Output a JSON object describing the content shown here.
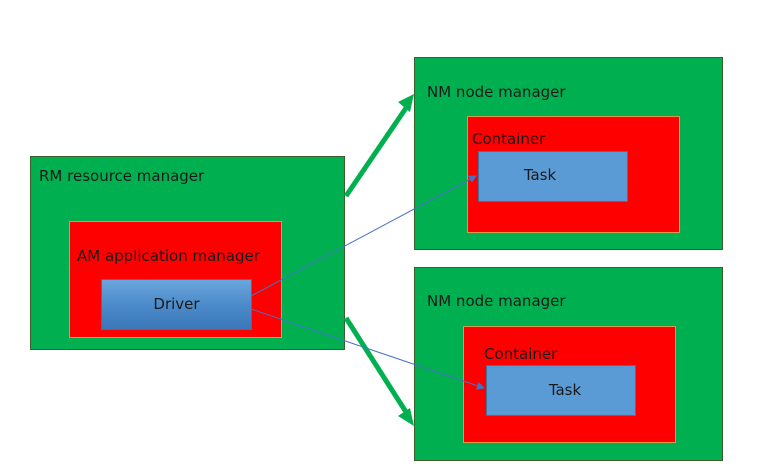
{
  "rm": {
    "label": "RM resource manager",
    "am": {
      "label": "AM application manager",
      "driver_label": "Driver"
    }
  },
  "nodes": [
    {
      "label": "NM node manager",
      "container_label": "Container",
      "task_label": "Task"
    },
    {
      "label": "NM node manager",
      "container_label": "Container",
      "task_label": "Task"
    }
  ],
  "colors": {
    "manager_box": "#00b050",
    "container_box": "#ff0000",
    "task_box": "#5b9bd5",
    "thick_arrow": "#00b050",
    "thin_arrow": "#4472c4"
  }
}
